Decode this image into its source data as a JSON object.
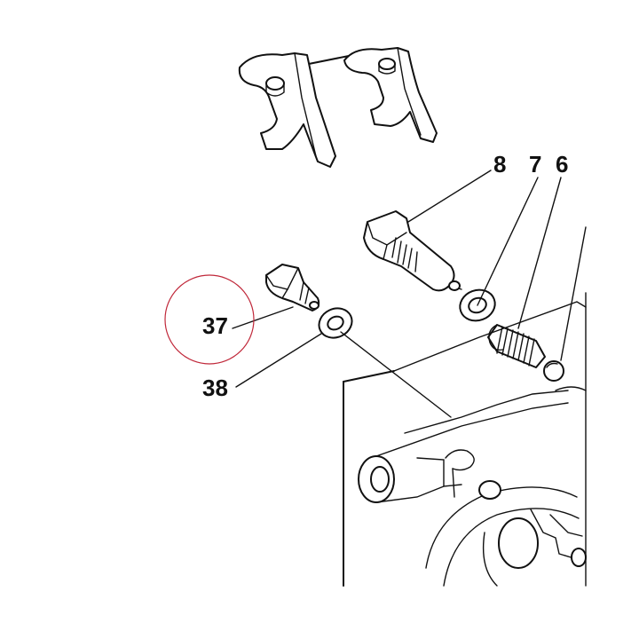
{
  "callouts": [
    {
      "id": "part-8",
      "label": "8"
    },
    {
      "id": "part-7",
      "label": "7"
    },
    {
      "id": "part-6",
      "label": "6"
    },
    {
      "id": "part-37",
      "label": "37"
    },
    {
      "id": "part-38",
      "label": "38"
    }
  ],
  "highlight": {
    "target": "37",
    "color": "#c0283a"
  },
  "colors": {
    "line": "#111111",
    "background": "#ffffff"
  }
}
